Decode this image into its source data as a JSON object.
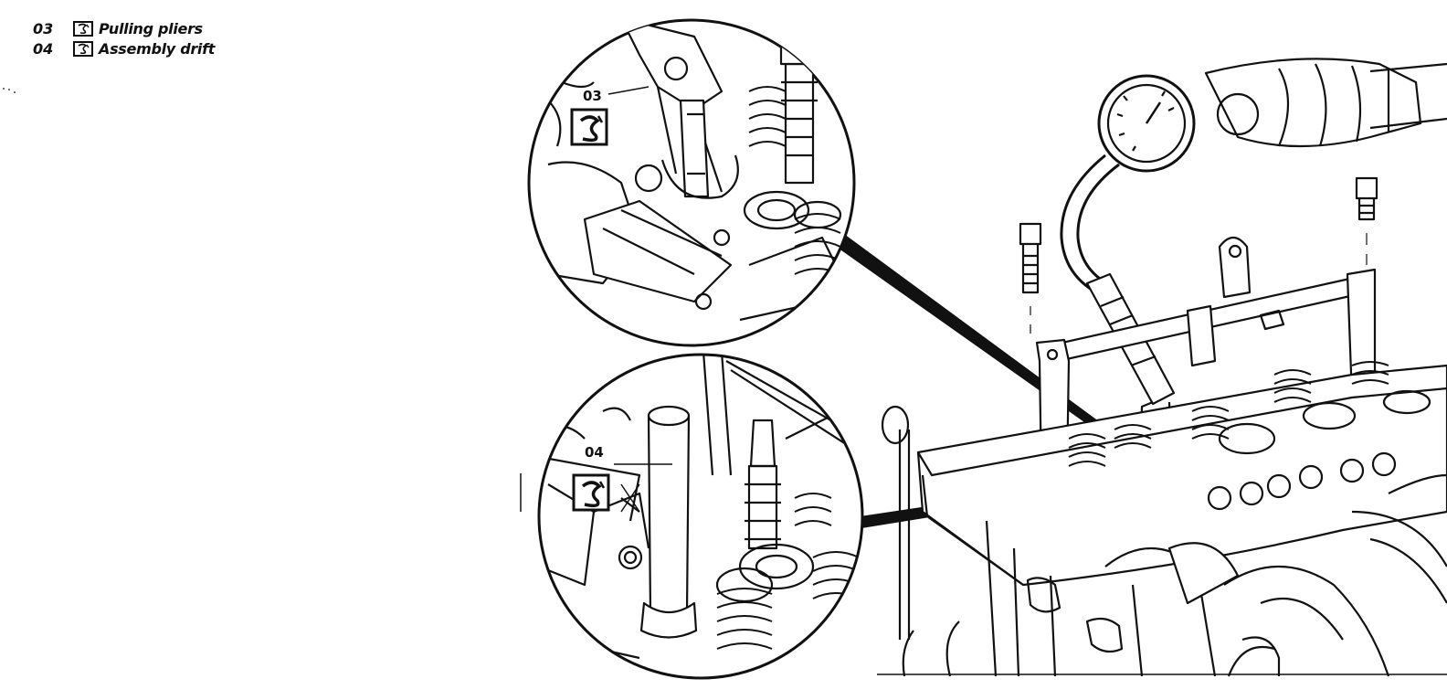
{
  "legend": [
    {
      "number": "03",
      "icon": "special-tool-icon",
      "label": "Pulling pliers"
    },
    {
      "number": "04",
      "icon": "special-tool-icon",
      "label": "Assembly drift"
    }
  ],
  "callouts": {
    "top_detail": "03",
    "bottom_detail": "04"
  },
  "colors": {
    "line": "#111111",
    "background": "#ffffff"
  }
}
